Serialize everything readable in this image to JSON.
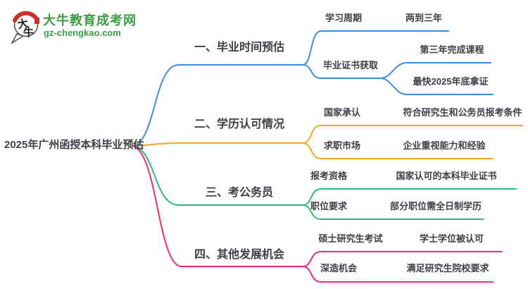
{
  "logo": {
    "site_name": "大牛教育成考网",
    "site_url": "gz-chengkao.com",
    "icon_char_top": "大",
    "icon_char_bottom": "牛",
    "green": "#3b9e47",
    "red": "#c9302a"
  },
  "root": {
    "title": "2025年广州函授本科毕业预估"
  },
  "branches": [
    {
      "label": "一、毕业时间预估",
      "color": "#3f8ee5",
      "children": [
        {
          "key": "学习周期",
          "values": [
            "两到三年"
          ]
        },
        {
          "key": "毕业证书获取",
          "values": [
            "第三年完成课程",
            "最快2025年底拿证"
          ]
        }
      ]
    },
    {
      "label": "二、学历认可情况",
      "color": "#f5a623",
      "children": [
        {
          "key": "国家承认",
          "values": [
            "符合研究生和公务员报考条件"
          ]
        },
        {
          "key": "求职市场",
          "values": [
            "企业重视能力和经验"
          ]
        }
      ]
    },
    {
      "label": "三、考公务员",
      "color": "#2cbe70",
      "children": [
        {
          "key": "报考资格",
          "values": [
            "国家认可的本科毕业证书"
          ]
        },
        {
          "key": "职位要求",
          "values": [
            "部分职位需全日制学历"
          ]
        }
      ]
    },
    {
      "label": "四、其他发展机会",
      "color": "#f12a7d",
      "children": [
        {
          "key": "硕士研究生考试",
          "values": [
            "学士学位被认可"
          ]
        },
        {
          "key": "深造机会",
          "values": [
            "满足研究生院校要求"
          ]
        }
      ]
    }
  ],
  "colors": {
    "text": "#3d4045"
  }
}
